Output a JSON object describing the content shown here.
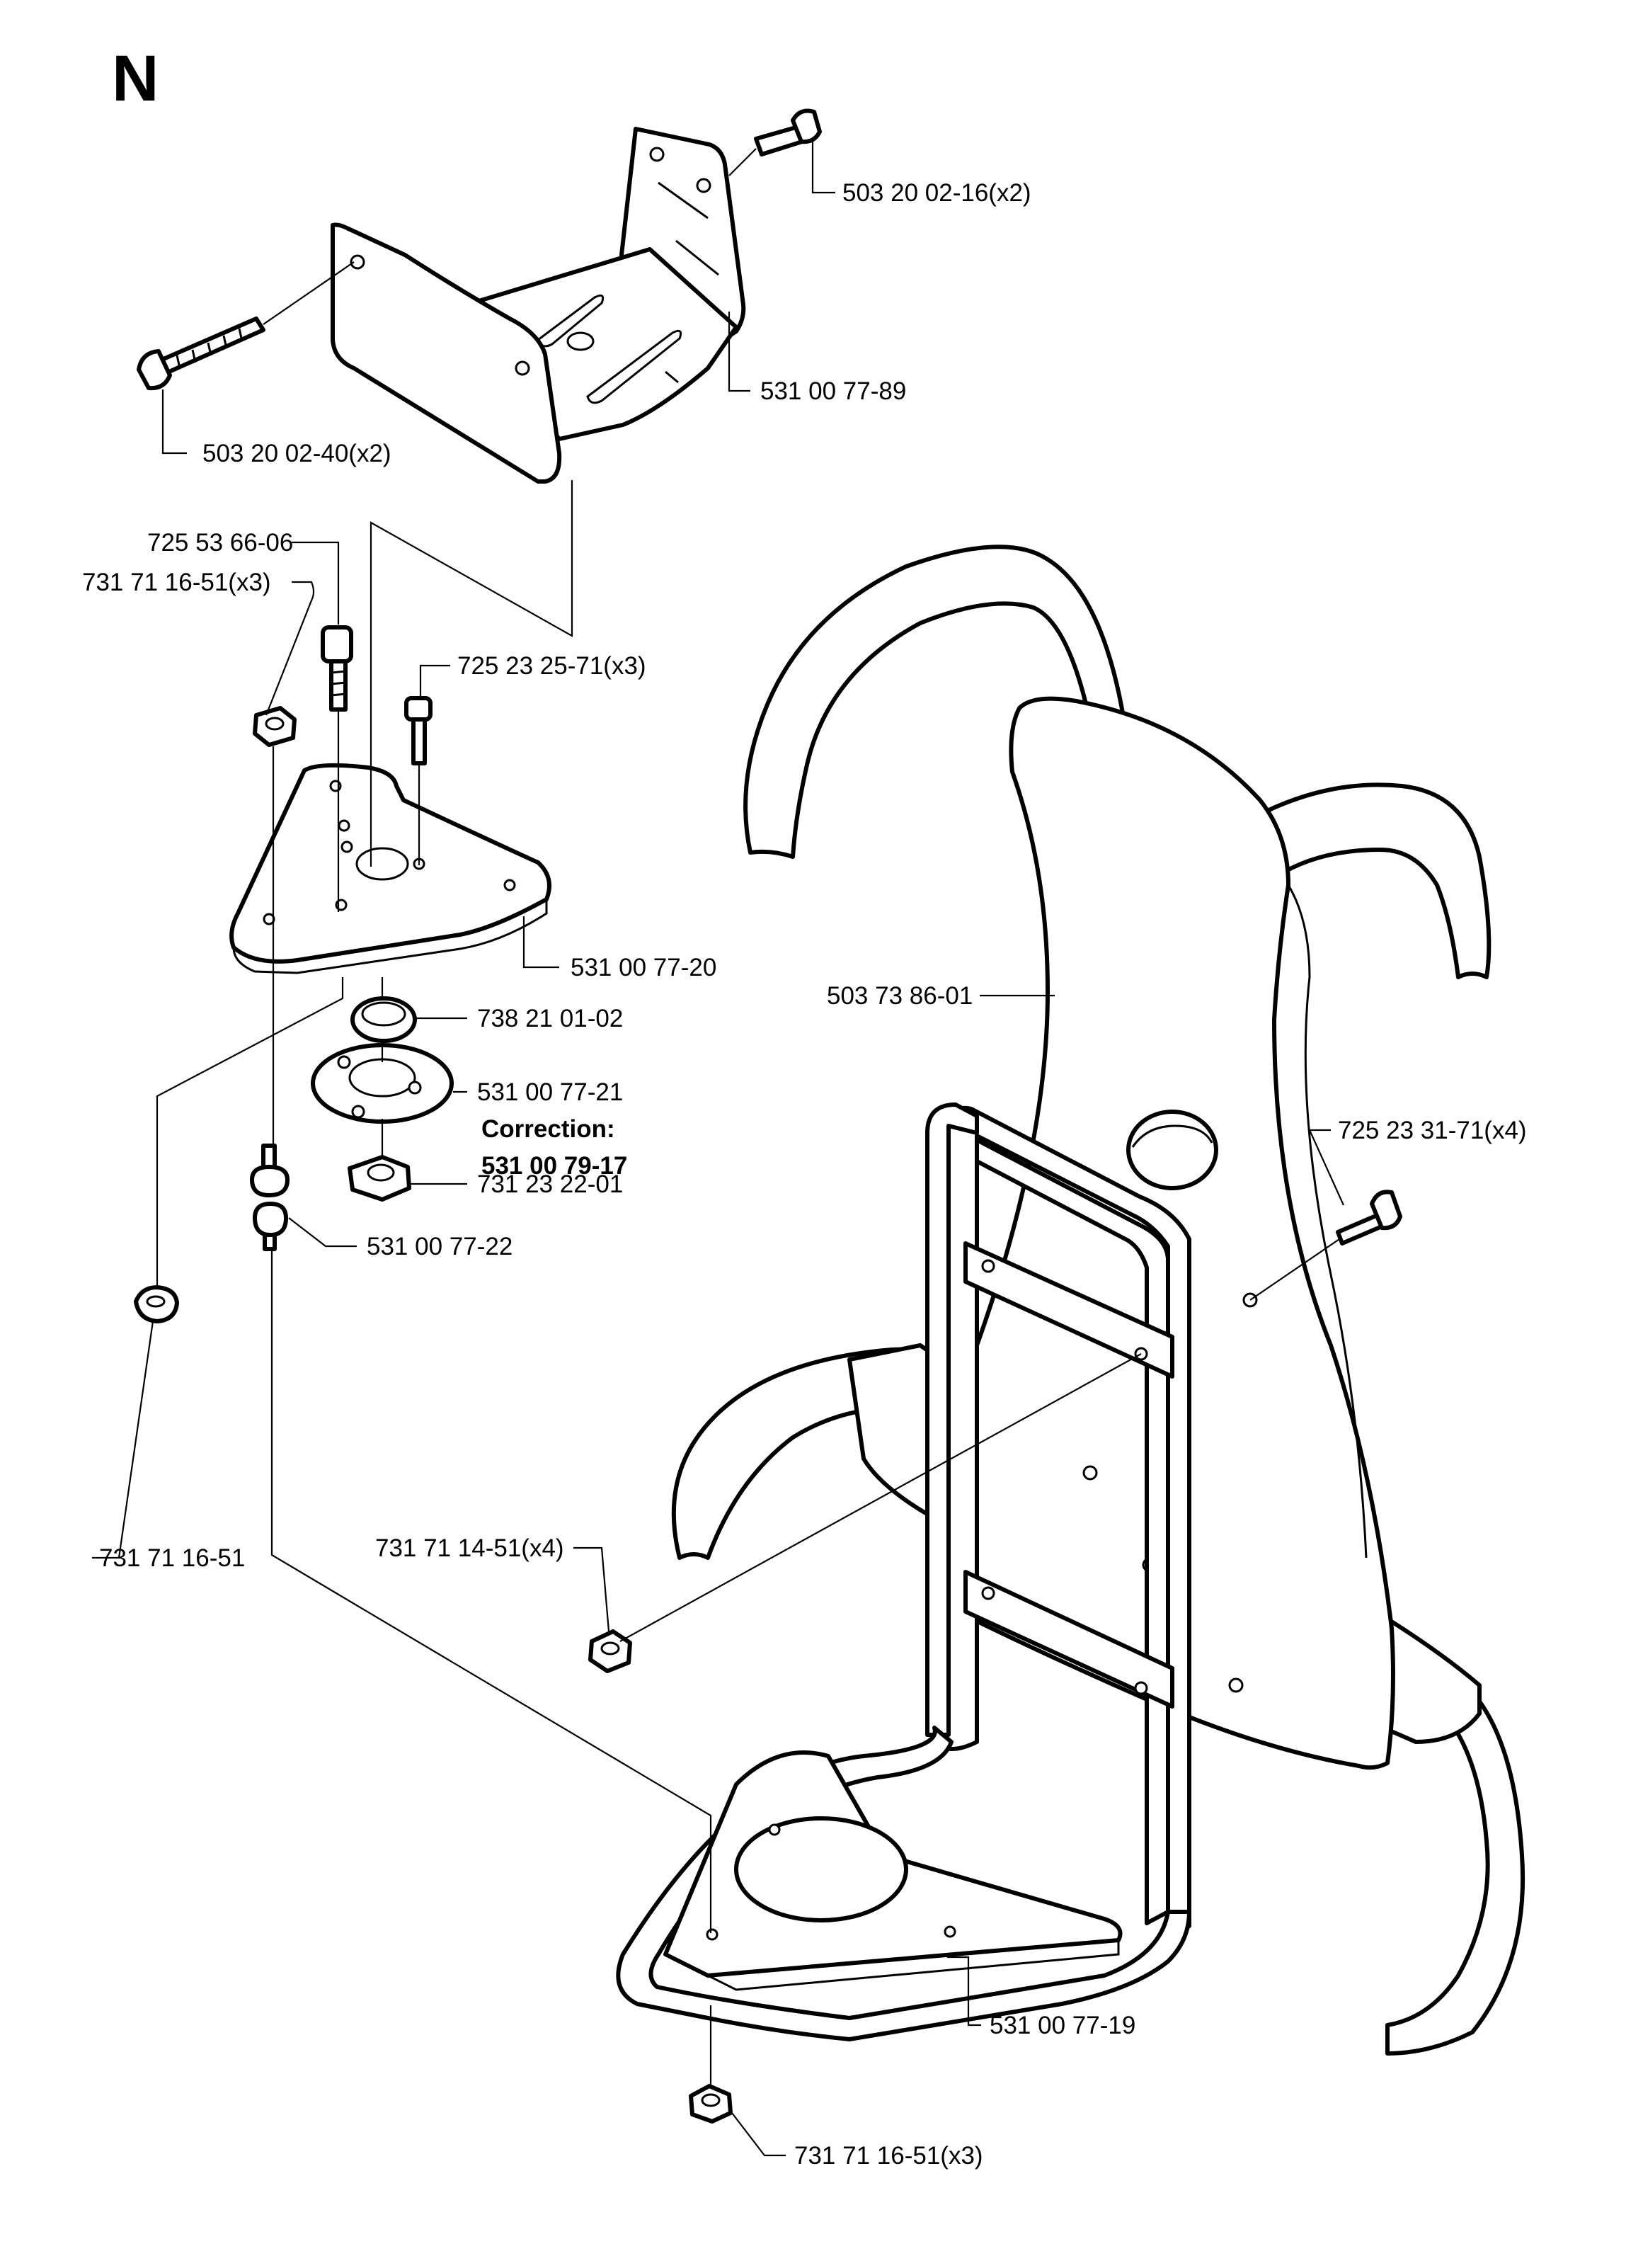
{
  "section_letter": "N",
  "labels": {
    "bolt_503_20_02_16": "503 20 02-16(x2)",
    "bracket_531_00_77_89": "531 00 77-89",
    "bolt_503_20_02_40": "503 20 02-40(x2)",
    "screw_725_53_66_06": "725 53 66-06",
    "nut_731_71_16_51_x3_top": "731 71 16-51(x3)",
    "screw_725_23_25_71": "725 23 25-71(x3)",
    "plate_531_00_77_20": "531 00 77-20",
    "bearing_738_21_01_02": "738 21 01-02",
    "washer_531_00_77_21": "531 00 77-21",
    "correction_label": "Correction:",
    "correction_number": "531 00 79-17",
    "nut_731_23_22_01": "731 23 22-01",
    "damper_531_00_77_22": "531 00 77-22",
    "backplate_503_73_86_01": "503 73 86-01",
    "screw_725_23_31_71": "725 23 31-71(x4)",
    "nut_731_71_16_51": "731 71 16-51",
    "nut_731_71_14_51": "731 71 14-51(x4)",
    "frame_531_00_77_19": "531 00 77-19",
    "nut_731_71_16_51_x3_bottom": "731 71 16-51(x3)"
  }
}
